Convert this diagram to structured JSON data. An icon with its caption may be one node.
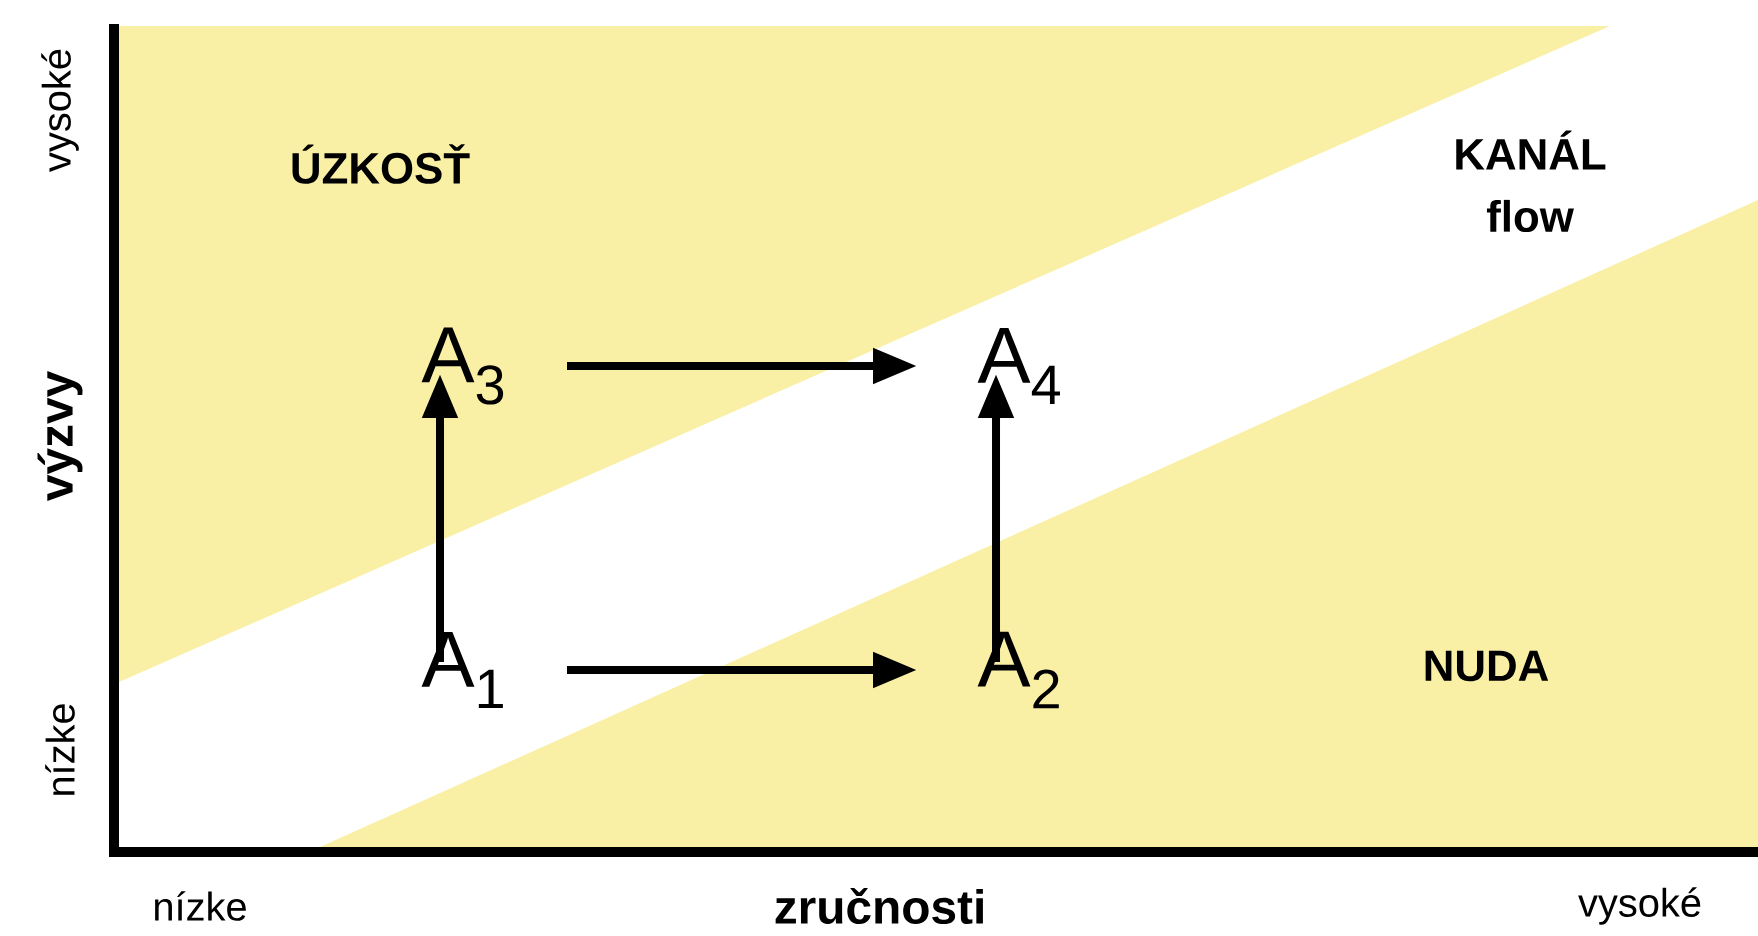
{
  "diagram": {
    "nodes": [
      {
        "text": [
          "A$_{1}$"
        ]
      },
      {
        "text": [
          "A$_{2}$"
        ]
      },
      {
        "text": [
          "A$_{3}$"
        ]
      },
      {
        "text": [
          "A$_{4}$"
        ]
      }
    ],
    "edges": [
      {
        "from": 0,
        "to": 1,
        "arrow": "to"
      },
      {
        "from": 0,
        "to": 2,
        "arrow": "to"
      },
      {
        "from": 2,
        "to": 3,
        "arrow": "to"
      },
      {
        "from": 1,
        "to": 3,
        "arrow": "to"
      }
    ],
    "labels": [
      "ÚZKOSŤ",
      "KANÁL",
      "flow",
      "NUDA",
      "vysoké",
      "výzvy",
      "nízke",
      "nízke",
      "zručnosti",
      "vysoké"
    ]
  }
}
